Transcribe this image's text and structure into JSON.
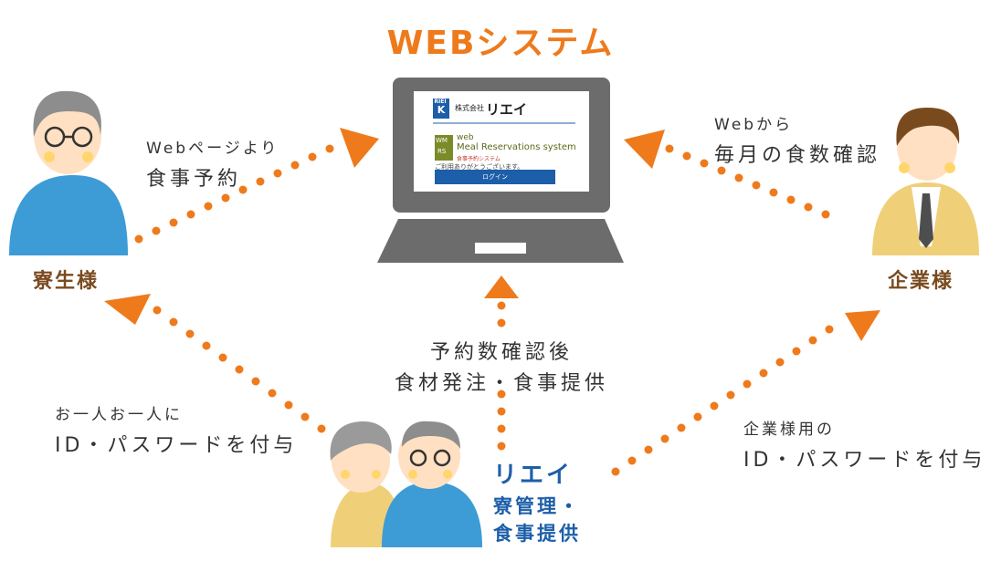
{
  "title": "WEBシステム",
  "resident": {
    "label": "寮生様",
    "caption_line1": "Webページより",
    "caption_line2": "食事予約"
  },
  "company": {
    "label": "企業様",
    "caption_line1": "Webから",
    "caption_line2": "毎月の食数確認"
  },
  "center": {
    "line1": "予約数確認後",
    "line2": "食材発注・食事提供"
  },
  "bottom_left": {
    "line1": "お一人お一人に",
    "line2": "ID・パスワードを付与"
  },
  "bottom_right": {
    "line1": "企業様用の",
    "line2": "ID・パスワードを付与"
  },
  "riei": {
    "name": "リエイ",
    "line1": "寮管理・",
    "line2": "食事提供"
  },
  "screen": {
    "logo_mark": "RIEI",
    "company_small": "株式会社",
    "company_name": "リエイ",
    "wmrs_line1": "web",
    "wmrs_line2": "Meal Reservations system",
    "wmrs_sub": "食事予約システム",
    "wm": "WM",
    "rs": "RS",
    "thanks": "ご利用ありがとうございます。",
    "login": "ログイン"
  },
  "colors": {
    "accent_orange": "#ee7a1c",
    "label_brown": "#7a4a1f",
    "riei_blue": "#1d5ea8",
    "laptop_gray": "#6c6c6c"
  }
}
